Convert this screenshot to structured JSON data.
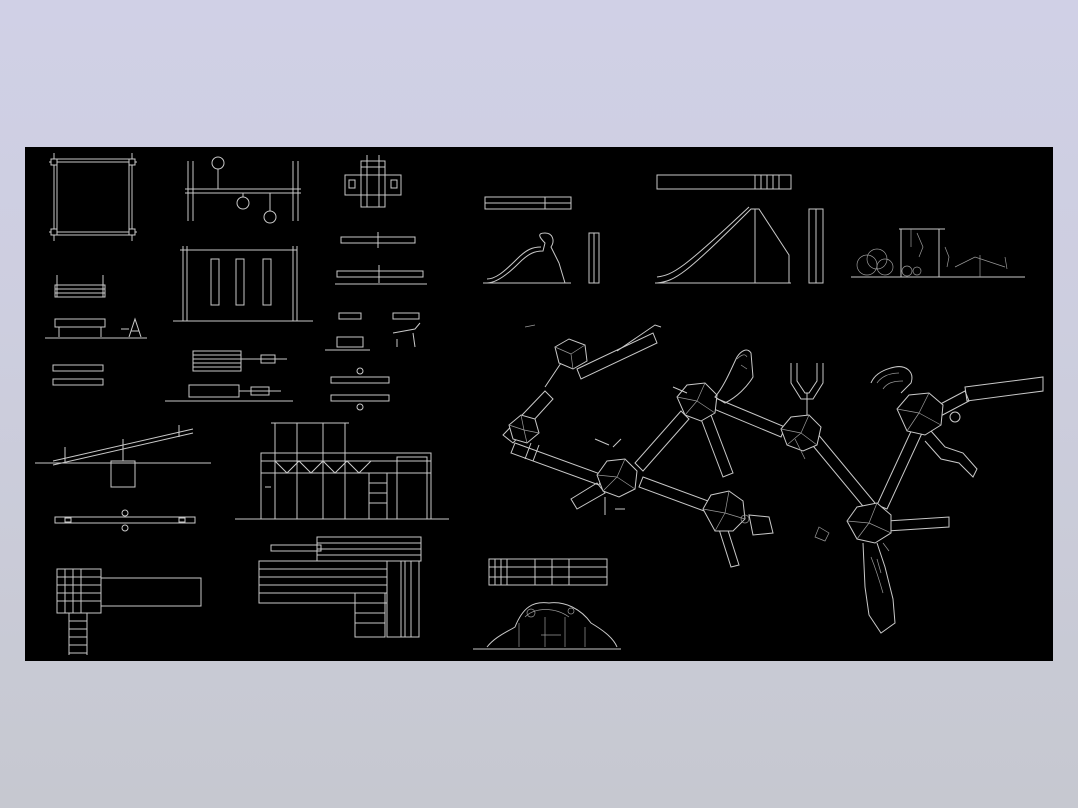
{
  "app": {
    "name": ""
  },
  "drawing": {
    "background": "#000000",
    "stroke_color": "#c8c8c8",
    "window_gradient": [
      "#d0d0e6",
      "#c6c8d0"
    ],
    "components": [
      "square-frame-plan",
      "swing-set-elevation",
      "swing-set-plan",
      "spring-rider-plan",
      "seesaw-elevations",
      "bench-elevations",
      "bench-plan",
      "seesaw-large-elevation",
      "seesaw-plan",
      "climbing-tower-plan",
      "play-tower-elevation",
      "play-tower-plan",
      "slide-small-elevation",
      "slide-large-elevation",
      "playground-scene",
      "playground-complex-plan",
      "play-structure-plan",
      "play-structure-elevation"
    ]
  }
}
